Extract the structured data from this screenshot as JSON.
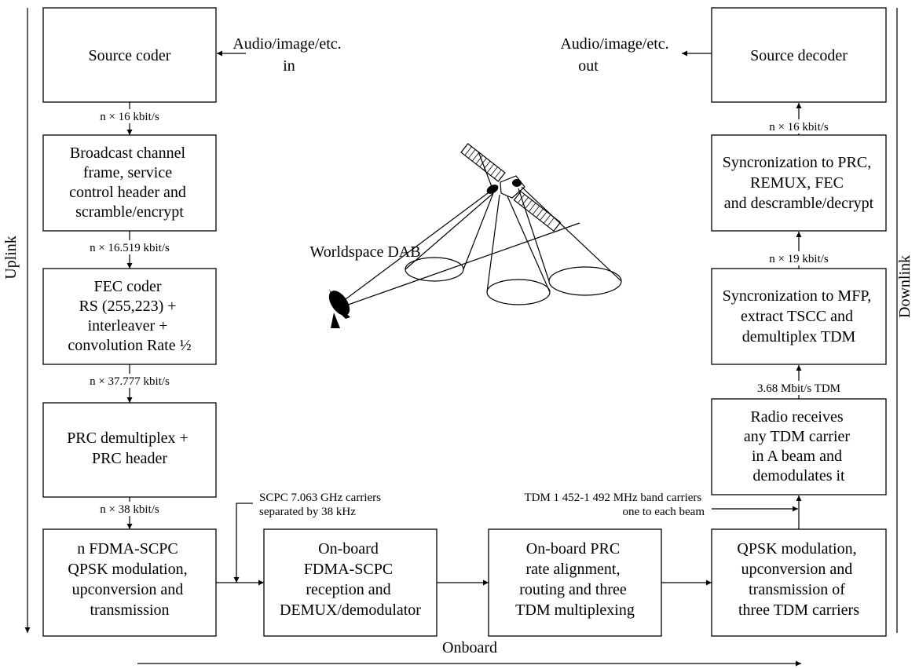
{
  "boxes": {
    "source_coder": [
      "Source coder"
    ],
    "broadcast_frame": [
      "Broadcast channel",
      "frame, service",
      "control header and",
      "scramble/encrypt"
    ],
    "fec_coder": [
      "FEC coder",
      "RS (255,223) +",
      "interleaver +",
      "convolution Rate ½"
    ],
    "prc_demux": [
      "PRC demultiplex +",
      "PRC header"
    ],
    "fdma_scpc": [
      "n FDMA-SCPC",
      "QPSK modulation,",
      "upconversion and",
      "transmission"
    ],
    "onboard_reception": [
      "On-board",
      "FDMA-SCPC",
      "reception and",
      "DEMUX/demodulator"
    ],
    "onboard_prc": [
      "On-board PRC",
      "rate alignment,",
      "routing and three",
      "TDM multiplexing"
    ],
    "qpsk_tx": [
      "QPSK modulation,",
      "upconversion and",
      "transmission of",
      "three TDM carriers"
    ],
    "radio_receives": [
      "Radio receives",
      "any TDM carrier",
      "in A beam and",
      "demodulates it"
    ],
    "sync_mfp": [
      "Syncronization to MFP,",
      "extract TSCC and",
      "demultiplex TDM"
    ],
    "sync_prc": [
      "Syncronization to PRC,",
      "REMUX, FEC",
      "and descramble/decrypt"
    ],
    "source_decoder": [
      "Source decoder"
    ]
  },
  "rates": {
    "r1": "n × 16 kbit/s",
    "r2": "n × 16.519 kbit/s",
    "r3": "n × 37.777  kbit/s",
    "r4": "n × 38  kbit/s",
    "r5": "3.68 Mbit/s TDM",
    "r6": "n × 19  kbit/s",
    "r7": "n × 16  kbit/s"
  },
  "io": {
    "input": [
      "Audio/image/etc.",
      "in"
    ],
    "output": [
      "Audio/image/etc.",
      "out"
    ]
  },
  "notes": {
    "scpc": [
      "SCPC 7.063 GHz carriers",
      "separated by 38 kHz"
    ],
    "tdm": [
      "TDM 1 452-1 492 MHz band carriers",
      "one to each beam"
    ]
  },
  "axes": {
    "uplink": "Uplink",
    "downlink": "Downlink",
    "onboard": "Onboard"
  },
  "illustration_label": "Worldspace DAB"
}
